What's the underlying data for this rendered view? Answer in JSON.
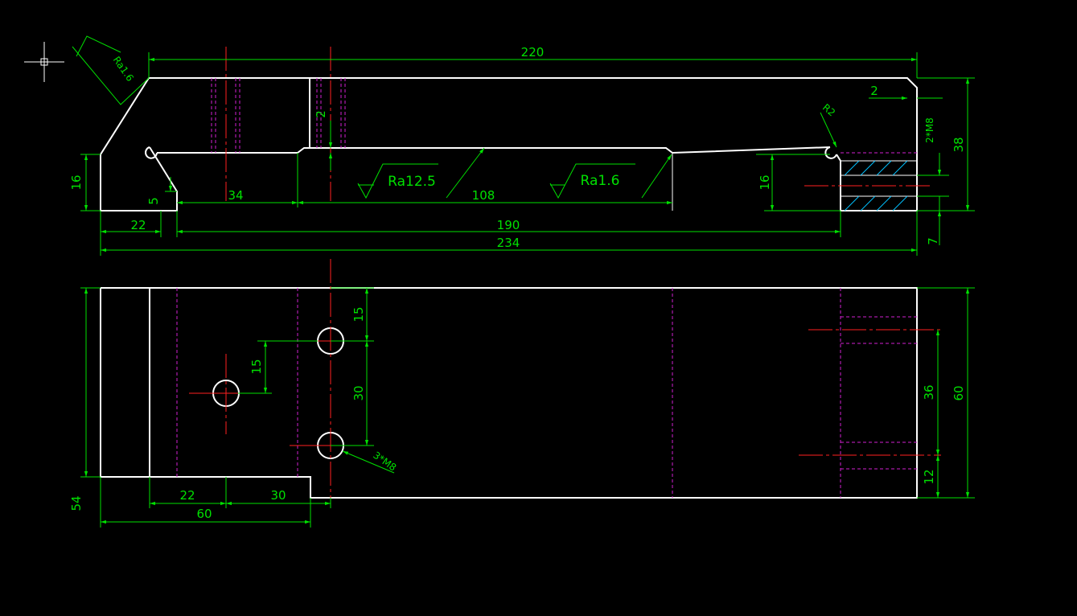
{
  "colors": {
    "background": "#000000",
    "outline": "#ffffff",
    "dimension": "#00e000",
    "centerline": "#ff2020",
    "hidden": "#d020d0"
  },
  "icons": {
    "crosshair": "crosshair-cursor-icon",
    "roughness": "surface-roughness-symbol-icon"
  },
  "front_view": {
    "overall_length_top": "220",
    "overall_length_bottom": "234",
    "hole_span": "190",
    "left_foot": "22",
    "left_step_height": "5",
    "left_height": "16",
    "slot_width": "34",
    "slot_depth": "2",
    "middle_length": "108",
    "right_chamfer": "2",
    "right_height": "16",
    "total_height": "38",
    "thread_note": "2*M8",
    "bottom_offset": "7",
    "radius_note": "R2",
    "roughness_left": "Ra1.6",
    "roughness_mid": "Ra12.5",
    "roughness_right": "Ra1.6"
  },
  "top_view": {
    "hole_top_offset": "15",
    "hole_spacing": "30",
    "left_hole_offset": "15",
    "hole_note": "3*M8",
    "width_54": "54",
    "offset_22": "22",
    "offset_30": "30",
    "length_60": "60",
    "right_width": "60",
    "right_spacing": "36",
    "right_bottom": "12"
  }
}
